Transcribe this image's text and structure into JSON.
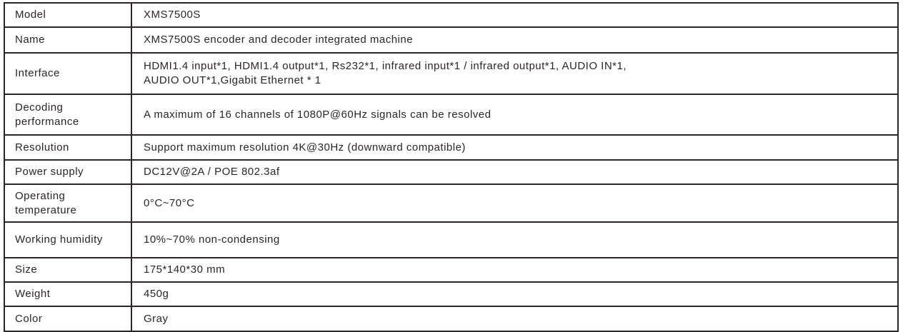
{
  "colors": {
    "background": "#ffffff",
    "border": "#2b2526",
    "text": "#2b2526"
  },
  "table": {
    "rows": [
      {
        "label": "Model",
        "value": "XMS7500S"
      },
      {
        "label": "Name",
        "value": "XMS7500S encoder and decoder integrated machine"
      },
      {
        "label": "Interface",
        "value": "HDMI1.4 input*1, HDMI1.4 output*1, Rs232*1, infrared input*1 / infrared output*1, AUDIO IN*1,\nAUDIO OUT*1,Gigabit Ethernet * 1"
      },
      {
        "label": "Decoding performance",
        "value": "A maximum of 16 channels of 1080P@60Hz signals can be resolved"
      },
      {
        "label": "Resolution",
        "value": "Support maximum resolution 4K@30Hz (downward compatible)"
      },
      {
        "label": "Power supply",
        "value": "DC12V@2A / POE 802.3af"
      },
      {
        "label": "Operating temperature",
        "value": "0°C~70°C"
      },
      {
        "label": "Working humidity",
        "value": "10%~70% non-condensing"
      },
      {
        "label": "Size",
        "value": "175*140*30 mm"
      },
      {
        "label": "Weight",
        "value": "450g"
      },
      {
        "label": "Color",
        "value": "Gray"
      }
    ]
  }
}
